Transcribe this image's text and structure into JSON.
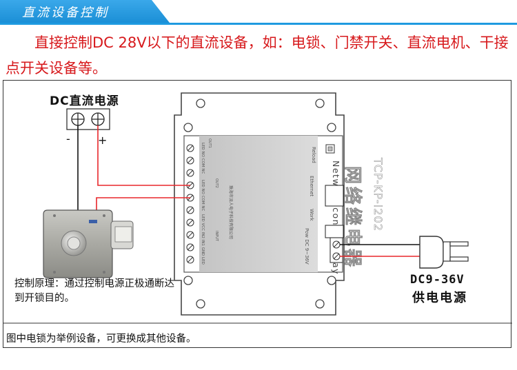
{
  "header": {
    "title": "直流设备控制"
  },
  "intro": {
    "text": "直接控制DC 28V以下的直流设备，如：电锁、门禁开关、直流电机、干接点开关设备等。"
  },
  "diagram": {
    "dc_source_label": "DC直流电源",
    "minus_label": "-",
    "plus_label": "+",
    "power_voltage_label": "DC9-36V",
    "power_name_label": "供电电源",
    "principle_text": "控制原理：通过控制电源正极通断达到开锁目的。",
    "module": {
      "title_cn": "网络继电器",
      "title_en": "Network control relay",
      "model": "TCP-KP-I202",
      "reload_label": "Reload",
      "ethernet_label": "Ethernet",
      "work_label": "Work",
      "pow_label": "Pow DC 9~36V",
      "out1_label": "OUT1",
      "out2_label": "OUT2",
      "input_label": "INPUT",
      "term_label_1": "LED NO COM NC",
      "term_label_2": "LED NO COM NC",
      "term_label_3": "LED VCC IN2 IN1 GND LED",
      "maker_label": "珠海市派人电子科技有限公司"
    },
    "colors": {
      "positive_wire": "#e8262a",
      "negative_wire": "#111111",
      "accent": "#1e9ae0"
    }
  },
  "footer": {
    "note": "图中电锁为举例设备，可更换成其他设备。"
  }
}
